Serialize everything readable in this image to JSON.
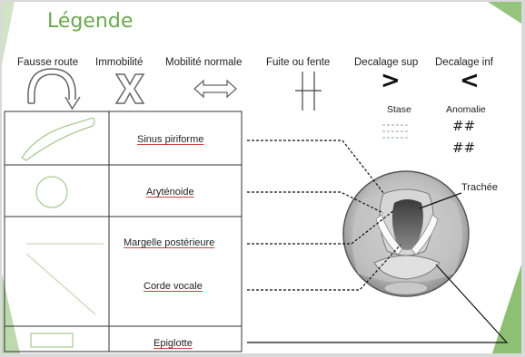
{
  "title": "Légende",
  "symbols": [
    {
      "label": "Fausse route",
      "icon": "curved-arrow"
    },
    {
      "label": "Immobilité",
      "icon": "cross"
    },
    {
      "label": "Mobilité normale",
      "icon": "double-arrow"
    },
    {
      "label": "Fuite ou fente",
      "icon": "vertical-bars"
    },
    {
      "label": "Decalage sup",
      "glyph": ">"
    },
    {
      "label": "Decalage inf",
      "glyph": "<"
    }
  ],
  "table_rows": [
    {
      "label": "Sinus piriforme"
    },
    {
      "label": "Aryténoide"
    },
    {
      "label": "Margelle postérieure"
    },
    {
      "label": "Corde vocale"
    },
    {
      "label": "Epiglotte"
    }
  ],
  "stase": {
    "label": "Stase"
  },
  "anomalie": {
    "label": "Anomalie",
    "mark1": "##",
    "mark2": "##"
  },
  "trachee": {
    "label": "Trachée"
  },
  "colors": {
    "title": "#6aa84f",
    "accent": "#7ab55c",
    "underline": "#d04040"
  }
}
